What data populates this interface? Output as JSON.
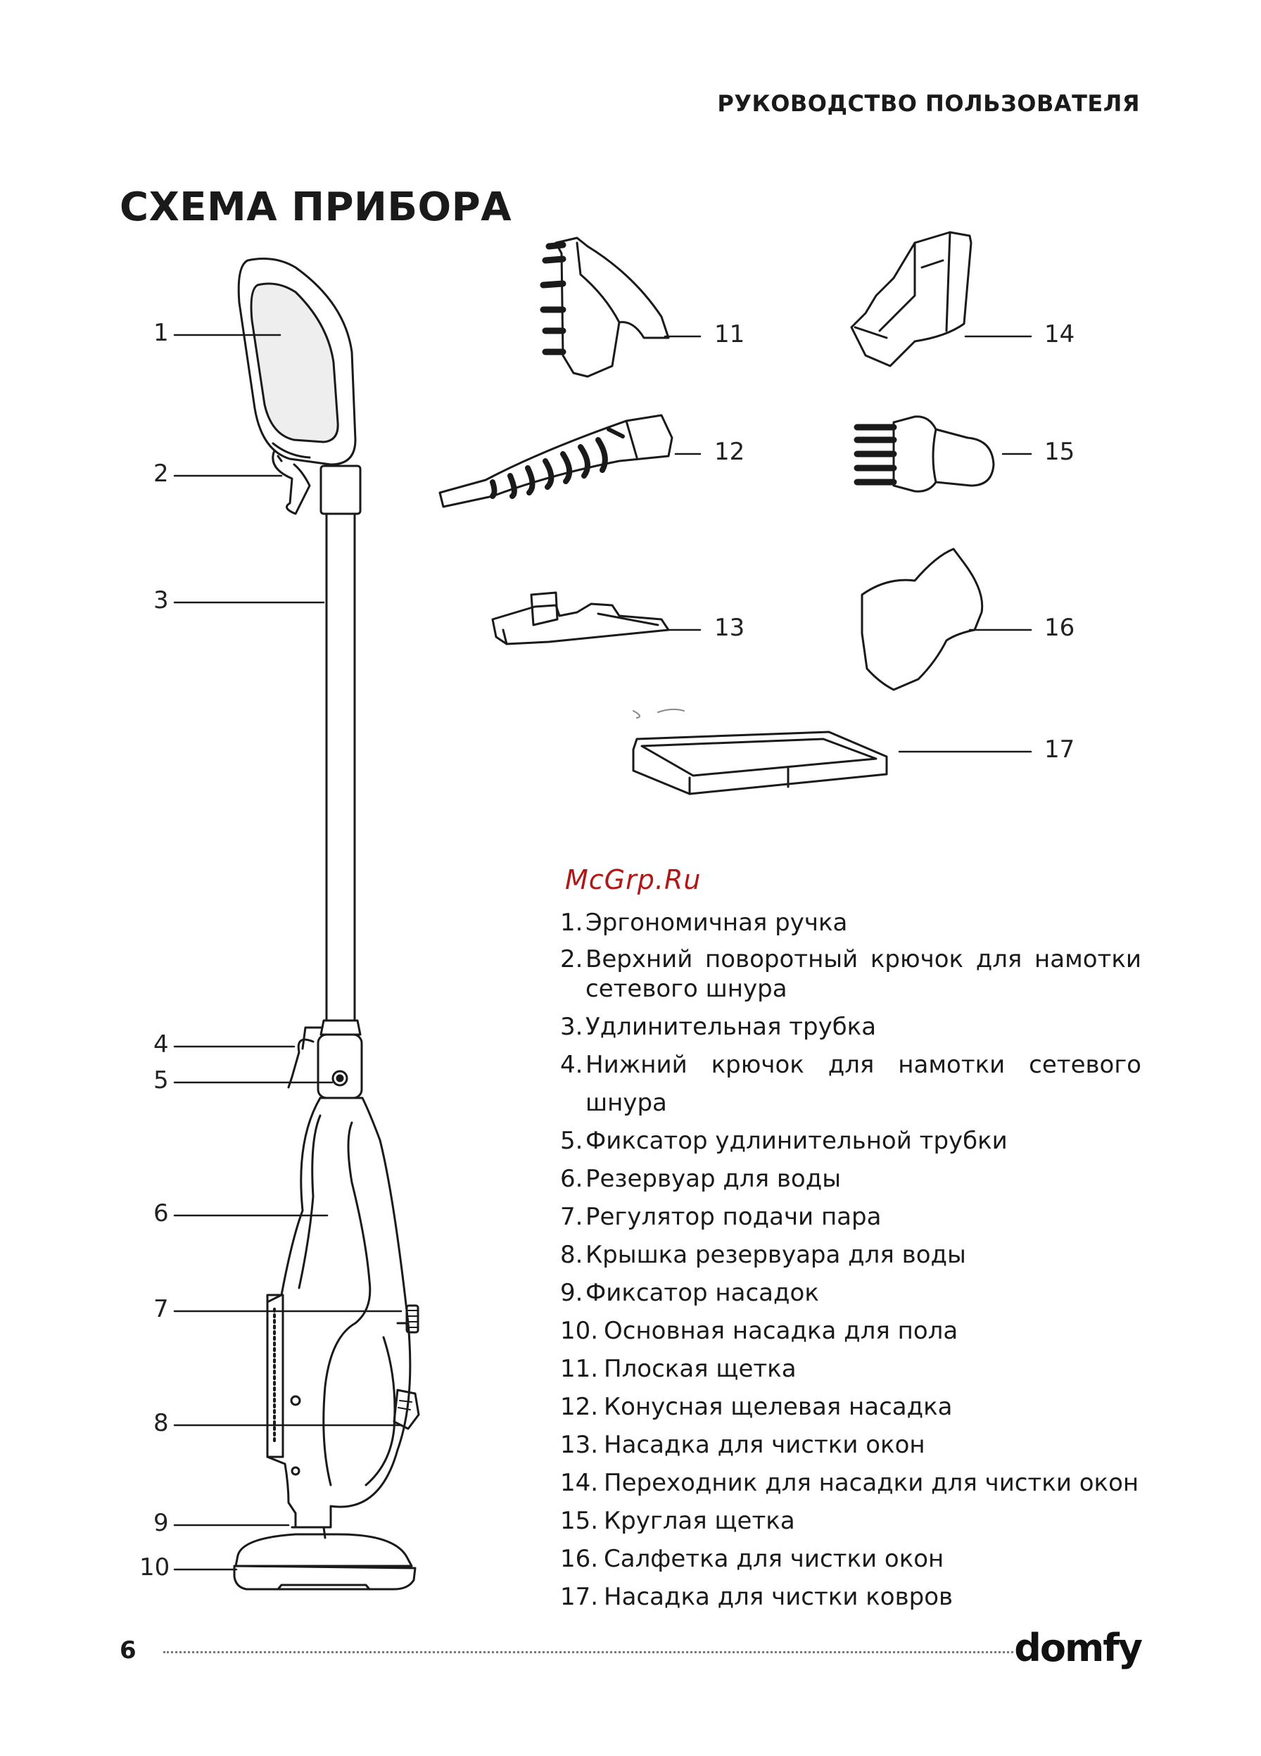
{
  "header": {
    "text": "РУКОВОДСТВО ПОЛЬЗОВАТЕЛЯ"
  },
  "title": "СХЕМА ПРИБОРА",
  "watermark": "McGrp.Ru",
  "callouts": [
    "1",
    "2",
    "3",
    "4",
    "5",
    "6",
    "7",
    "8",
    "9",
    "10",
    "11",
    "12",
    "13",
    "14",
    "15",
    "16",
    "17"
  ],
  "parts": [
    {
      "num": "1.",
      "label": "Эргономичная ручка"
    },
    {
      "num": "2.",
      "label": "Верхний поворотный крючок для намотки сетевого шнура"
    },
    {
      "num": "3.",
      "label": "Удлинительная трубка"
    },
    {
      "num": "4.",
      "label": "Нижний крючок для намотки сетевого шнура"
    },
    {
      "num": "5.",
      "label": "Фиксатор удлинительной трубки"
    },
    {
      "num": "6.",
      "label": "Резервуар для воды"
    },
    {
      "num": "7.",
      "label": "Регулятор подачи пара"
    },
    {
      "num": "8.",
      "label": "Крышка резервуара для воды"
    },
    {
      "num": "9.",
      "label": "Фиксатор насадок"
    },
    {
      "num": "10.",
      "label": "Основная насадка для пола"
    },
    {
      "num": "11.",
      "label": "Плоская щетка"
    },
    {
      "num": "12.",
      "label": "Конусная щелевая насадка"
    },
    {
      "num": "13.",
      "label": "Насадка для чистки окон"
    },
    {
      "num": "14.",
      "label": "Переходник для насадки для чистки окон"
    },
    {
      "num": "15.",
      "label": "Круглая щетка"
    },
    {
      "num": "16.",
      "label": "Салфетка для чистки окон"
    },
    {
      "num": "17.",
      "label": "Насадка для чистки ковров"
    }
  ],
  "footer": {
    "page": "6",
    "brand": "domfy"
  }
}
